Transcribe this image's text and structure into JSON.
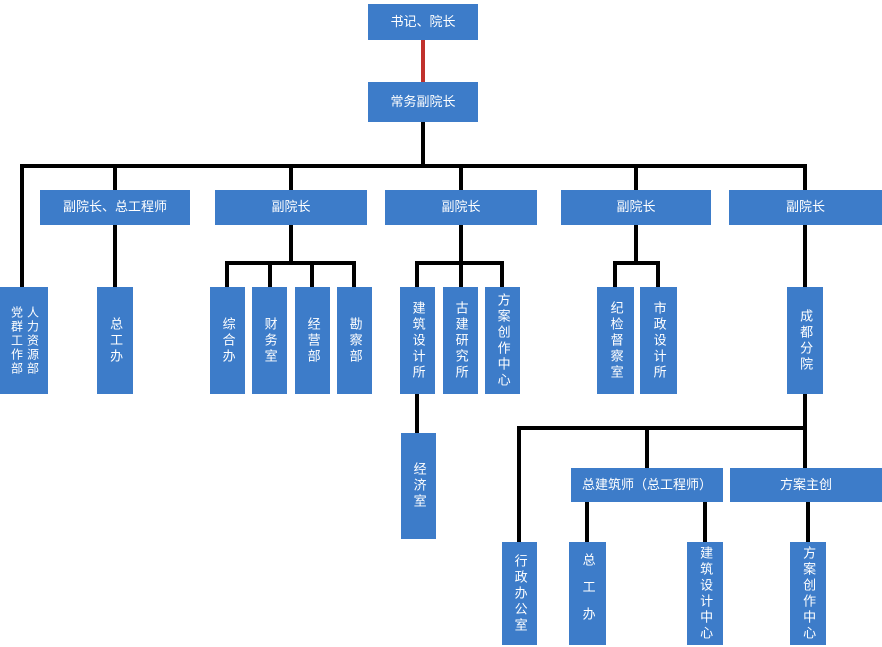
{
  "colors": {
    "node_fill": "#3d7cc9",
    "node_text": "#ffffff",
    "connector": "#000000",
    "special_connector": "#c0312c"
  },
  "nodes": [
    {
      "label": "书记、院长"
    },
    {
      "label": "常务副院长"
    },
    {
      "label": "副院长、总工程师"
    },
    {
      "label": "副院长"
    },
    {
      "label": "副院长"
    },
    {
      "label": "副院长"
    },
    {
      "label": "副院长"
    },
    {
      "label": "党群工作部",
      "label2": "人力资源部"
    },
    {
      "label": "总工办"
    },
    {
      "label": "综合办"
    },
    {
      "label": "财务室"
    },
    {
      "label": "经营部"
    },
    {
      "label": "勘察部"
    },
    {
      "label": "建筑设计所"
    },
    {
      "label": "古建研究所"
    },
    {
      "label": "方案创作中心"
    },
    {
      "label": "经济室"
    },
    {
      "label": "纪检督察室"
    },
    {
      "label": "市政设计所"
    },
    {
      "label": "成都分院"
    },
    {
      "label": "总建筑师（总工程师）"
    },
    {
      "label": "方案主创"
    },
    {
      "label": "行政办公室"
    },
    {
      "label": "总工办"
    },
    {
      "label": "建筑设计中心"
    },
    {
      "label": "方案创作中心"
    }
  ]
}
